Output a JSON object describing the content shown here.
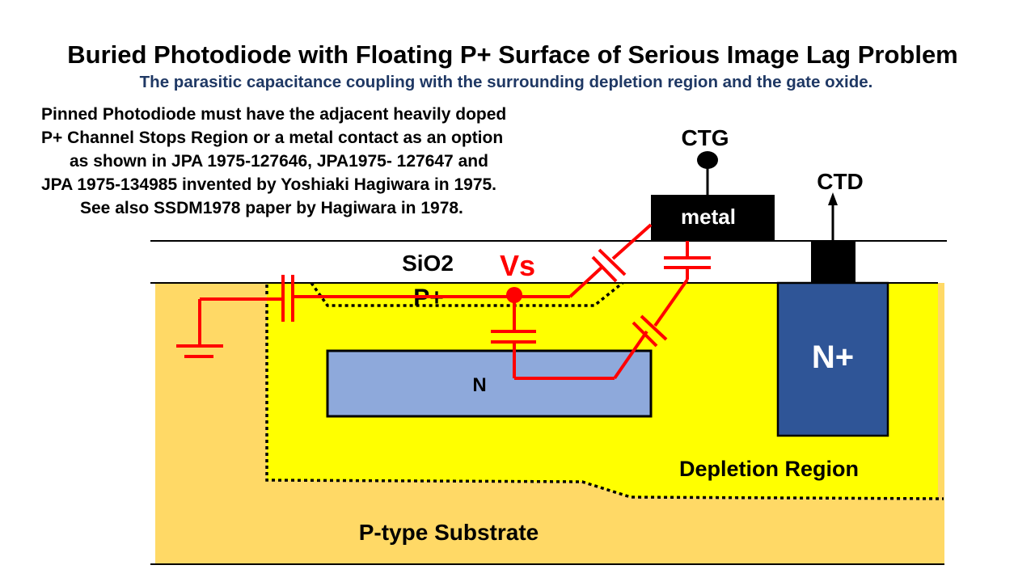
{
  "title": "Buried Photodiode with Floating P+ Surface of Serious Image Lag Problem",
  "subtitle": "The parasitic capacitance coupling with the surrounding depletion region and the gate oxide.",
  "note": {
    "lines": [
      "Pinned  Photodiode must have the adjacent heavily doped",
      "P+ Channel Stops Region or a metal contact as an option",
      "as shown in JPA 1975-127646, JPA1975- 127647 and",
      "JPA 1975-134985 invented by Yoshiaki Hagiwara in 1975.",
      "See also SSDM1978 paper by Hagiwara in 1978."
    ]
  },
  "diagram": {
    "labels": {
      "ctg": "CTG",
      "ctd": "CTD",
      "metal": "metal",
      "sio2": "SiO2",
      "vs": "Vs",
      "p_plus": "P+",
      "n": "N",
      "n_plus": "N+",
      "depletion": "Depletion Region",
      "substrate": "P-type Substrate"
    },
    "colors": {
      "substrate": "#FFD966",
      "depletion": "#FFFF00",
      "n_region": "#8EA9DB",
      "n_plus": "#2F5597",
      "circuit": "#FF0000",
      "subtitle": "#1F3864"
    }
  }
}
